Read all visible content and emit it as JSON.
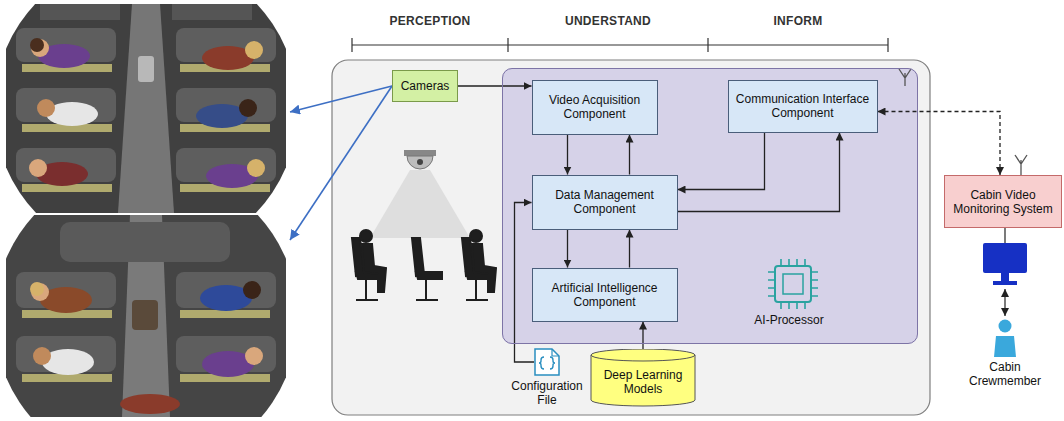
{
  "diagram": {
    "nodes": [
      {
        "text": [
          "Cameras"
        ]
      },
      {
        "text": [
          "AI-Processor"
        ]
      },
      {
        "text": [
          "Video Acquisition Component"
        ],
        "in": 1
      },
      {
        "text": [
          "Communication Interface Component"
        ],
        "in": 1
      },
      {
        "text": [
          "Data Management Component"
        ],
        "in": 1
      },
      {
        "text": [
          "Artificial Intelligence Component"
        ],
        "in": 1
      },
      {
        "text": [
          "Configuration File"
        ]
      },
      {
        "text": [
          "Deep Learning Models"
        ]
      },
      {
        "text": [
          "Cabin Video Monitoring System"
        ]
      },
      {
        "text": [
          "Cabin Crewmember"
        ]
      }
    ],
    "edges": [
      {
        "from": 0,
        "to": 2,
        "arrow": "to"
      },
      {
        "from": 2,
        "to": 4,
        "arrow": "to"
      },
      {
        "from": 4,
        "to": 2,
        "arrow": "to"
      },
      {
        "from": 4,
        "to": 5,
        "arrow": "to"
      },
      {
        "from": 5,
        "to": 4,
        "arrow": "to"
      },
      {
        "from": 3,
        "to": 4,
        "arrow": "to"
      },
      {
        "from": 4,
        "to": 3,
        "arrow": "to"
      },
      {
        "from": 6,
        "to": 4,
        "arrow": "to"
      },
      {
        "from": 7,
        "to": 5,
        "arrow": "to"
      },
      {
        "from": 8,
        "to": 3,
        "arrow": "both"
      }
    ],
    "labels": [
      "PERCEPTION",
      "UNDERSTAND",
      "INFORM"
    ]
  }
}
